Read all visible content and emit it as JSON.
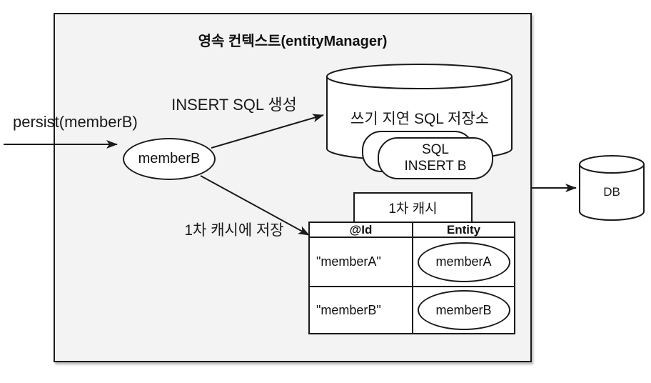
{
  "diagram": {
    "title": "영속 컨텍스트(entityManager)",
    "persist_label": "persist(memberB)",
    "member_entity": "memberB",
    "labels": {
      "insert_sql": "INSERT SQL 생성",
      "save_cache": "1차 캐시에 저장"
    },
    "sql_store": {
      "title": "쓰기 지연 SQL 저장소",
      "card": {
        "line1": "SQL",
        "line2": "INSERT B"
      }
    },
    "cache": {
      "title": "1차 캐시",
      "columns": [
        "@Id",
        "Entity"
      ],
      "rows": [
        {
          "id": "\"memberA\"",
          "entity": "memberA"
        },
        {
          "id": "\"memberB\"",
          "entity": "memberB"
        }
      ]
    },
    "db_label": "DB",
    "colors": {
      "stroke": "#1a1a1a",
      "context_box_fill": "#f3f3f4",
      "shape_fill": "#ffffff"
    }
  }
}
